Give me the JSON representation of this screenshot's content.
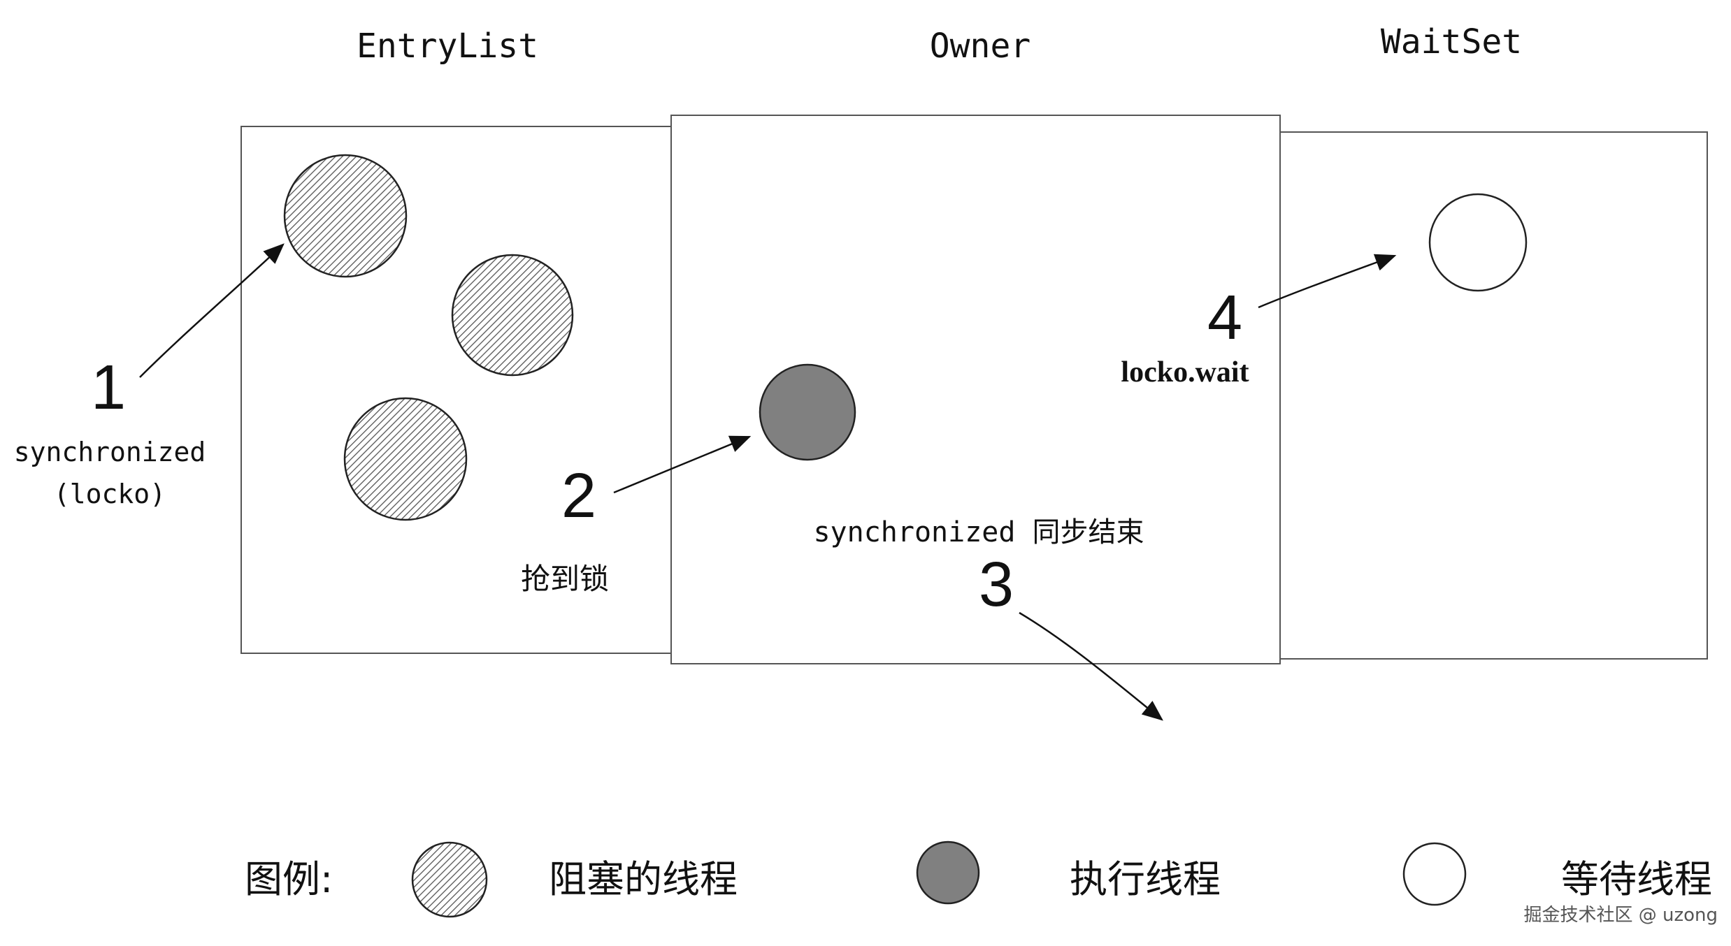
{
  "columns": {
    "entry_list": "EntryList",
    "owner": "Owner",
    "wait_set": "WaitSet"
  },
  "steps": [
    {
      "number": "1",
      "label_line1": "synchronized",
      "label_line2": "(locko)"
    },
    {
      "number": "2",
      "label": "抢到锁"
    },
    {
      "number": "3",
      "label": "synchronized 同步结束"
    },
    {
      "number": "4",
      "label": "locko.wait"
    }
  ],
  "legend": {
    "title": "图例:",
    "blocked": "阻塞的线程",
    "running": "执行线程",
    "waiting": "等待线程"
  },
  "colors": {
    "running_fill": "#808080",
    "blocked_hatch": "#555555",
    "line": "#222222"
  },
  "watermark": "掘金技术社区 @ uzong"
}
